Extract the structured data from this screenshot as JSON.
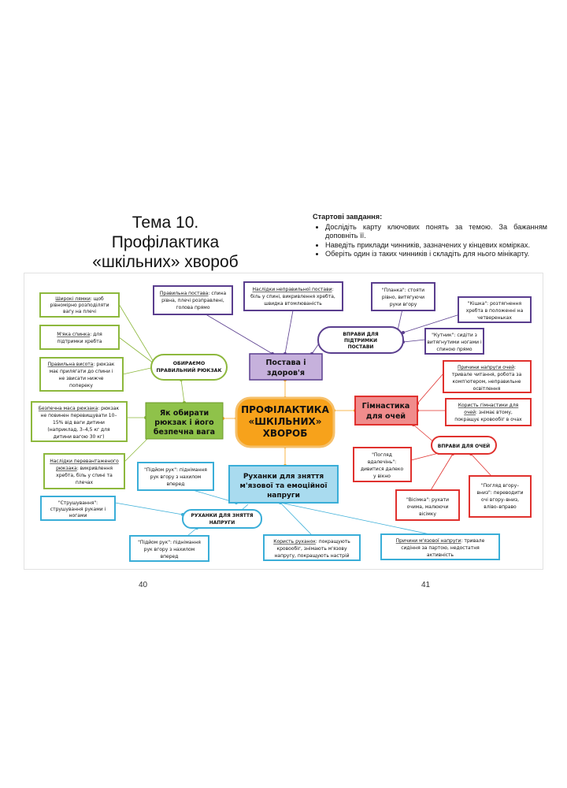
{
  "title": {
    "line1": "Тема 10.",
    "line2": "Профілактика",
    "line3": "«шкільних» хвороб"
  },
  "tasks": {
    "heading": "Стартові завдання:",
    "items": [
      "Дослідіть карту ключових понять за темою. За бажанням доповніть її.",
      "Наведіть приклади чинників, зазначених у кінцевих комірках.",
      "Оберіть один із таких чинників і складіть для нього мінікарту."
    ]
  },
  "pages": {
    "left": "40",
    "right": "41"
  },
  "colors": {
    "green": "#8db83d",
    "purple": "#5a3e8e",
    "red": "#e0312e",
    "blue": "#3aaed8",
    "orange": "#f7a21b",
    "center_fill": "#f7a21b",
    "green_fill": "#8fc24a",
    "purple_fill": "#c6b1dc",
    "red_fill": "#f08c8c",
    "blue_fill": "#a9dbef"
  },
  "mindmap": {
    "center": [
      "ПРОФІЛАКТИКА",
      "«ШКІЛЬНИХ»",
      "ХВОРОБ"
    ],
    "posture": {
      "title": [
        "Постава і",
        "здоров'я"
      ],
      "box1": {
        "u": "Правильна постава",
        "lines": [
          ": спина",
          "рівна, плечі розправлені,",
          "голова прямо"
        ]
      },
      "box2": {
        "u": "Наслідки неправильної постави",
        "lines": [
          ":",
          "біль у спині, викривлення хребта,",
          "швидка втомлюваність"
        ]
      },
      "exercises": [
        "ВПРАВИ ДЛЯ",
        "ПІДТРИМКИ",
        "ПОСТАВИ"
      ],
      "ex1": [
        "\"Планка\": стояти",
        "рівно, витягуючи",
        "руки вгору"
      ],
      "ex2": [
        "\"Кішка\": розтягнення",
        "хребта в положенні на",
        "четвереньках"
      ],
      "ex3": [
        "\"Кутник\": сидіти з",
        "витягнутими ногами і",
        "спиною прямо"
      ]
    },
    "backpack": {
      "title": [
        "Як обирати",
        "рюкзак і його",
        "безпечна вага"
      ],
      "choose": [
        "ОБИРАЄМО",
        "ПРАВИЛЬНИЙ РЮКЗАК"
      ],
      "b1": {
        "u": "Широкі лямки",
        "lines": [
          ": щоб",
          "рівномірно розподіляти",
          "вагу на плечі"
        ]
      },
      "b2": {
        "u": "М'яка спинка",
        "lines": [
          ": для",
          "підтримки хребта"
        ]
      },
      "b3": {
        "u": "Правильна висота",
        "lines": [
          ": рюкзак",
          "має прилягати до спини і",
          "не звисати нижче",
          "попереку"
        ]
      },
      "b4": {
        "u": "Безпечна маса рюкзака",
        "lines": [
          ": рюкзак",
          "не повинен перевищувати 10–",
          "15% від ваги дитини",
          "(наприклад, 3–4,5 кг для",
          "дитини вагою 30 кг)"
        ]
      },
      "b5": {
        "u": "Наслідки перевантаженого",
        "lines": [
          "рюкзака",
          ": викривлення",
          "хребта, біль у спині та",
          "плечах"
        ]
      }
    },
    "eyes": {
      "title": [
        "Гімнастика",
        "для очей"
      ],
      "e1": {
        "u": "Причини напруги очей",
        "lines": [
          ":",
          "тривале читання, робота за",
          "комп'ютером, неправильне",
          "освітлення"
        ]
      },
      "e2": {
        "u": "Користь гімнастики для",
        "lines": [
          "очей",
          ": знімає втому,",
          "покращує кровообіг в очах"
        ]
      },
      "exercises": [
        "ВПРАВИ ДЛЯ ОЧЕЙ"
      ],
      "x1": [
        "\"Погляд",
        "вдалечінь\":",
        "дивитися далеко",
        "у вікно"
      ],
      "x2": [
        "\"Вісімка\": рухати",
        "очима, малюючи",
        "вісімку"
      ],
      "x3": [
        "\"Погляд вгору–",
        "вниз\": переводити",
        "очі вгору–вниз,",
        "вліво–вправо"
      ]
    },
    "warmup": {
      "title": [
        "Руханки для зняття",
        "м'язової та емоційної",
        "напруги"
      ],
      "group": [
        "РУХАНКИ ДЛЯ ЗНЯТТЯ",
        "НАПРУГИ"
      ],
      "w1": [
        "\"Підйом рук\": піднімання",
        "рук вгору з нахилом",
        "вперед"
      ],
      "w2": [
        "\"Струшування\":",
        "струшування руками і",
        "ногами"
      ],
      "w3": [
        "\"Підйом рук\": піднімання",
        "рук вгору з нахилом",
        "вперед"
      ],
      "w4": {
        "u": "Користь руханок",
        "lines": [
          ": покращують",
          "кровообіг, знімають м'язову",
          "напругу, покращують настрій"
        ]
      },
      "w5": {
        "u": "Причини м'язової напруги",
        "lines": [
          ": тривале",
          "сидіння за партою, недостатня",
          "активність"
        ]
      }
    }
  }
}
